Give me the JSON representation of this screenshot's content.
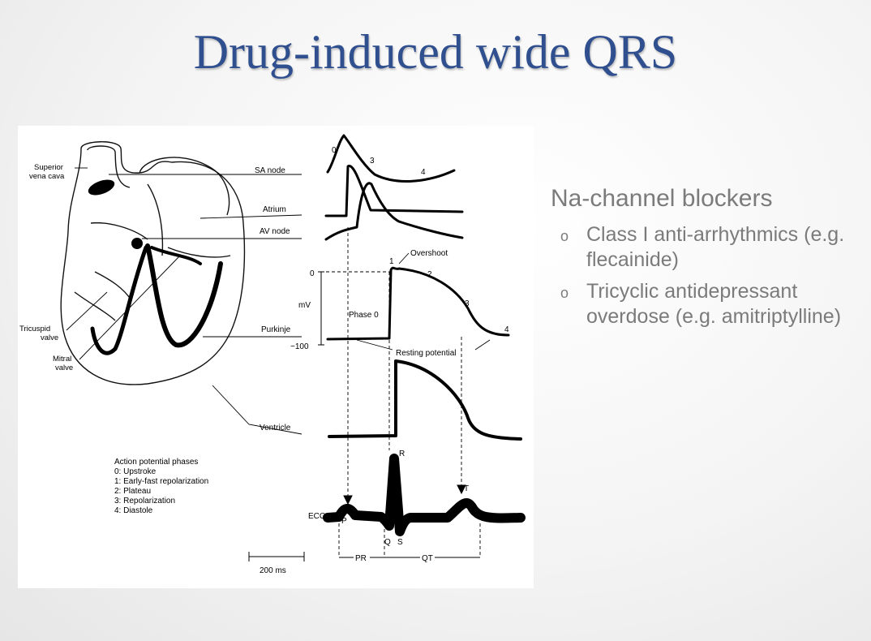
{
  "slide": {
    "title": "Drug-induced wide QRS"
  },
  "bullets": {
    "heading": "Na-channel blockers",
    "marker": "o",
    "items": [
      "Class I anti-arrhythmics (e.g. flecainide)",
      "Tricyclic antidepressant overdose (e.g. amitriptylline)"
    ]
  },
  "figure": {
    "heart_labels": {
      "superior_vena_cava_1": "Superior",
      "superior_vena_cava_2": "vena cava",
      "tricuspid_valve_1": "Tricuspid",
      "tricuspid_valve_2": "valve",
      "mitral_valve_1": "Mitral",
      "mitral_valve_2": "valve"
    },
    "trace_labels": {
      "sa_node": "SA node",
      "atrium": "Atrium",
      "av_node": "AV node",
      "purkinje": "Purkinje",
      "ventricle": "Ventricle",
      "ecg": "ECG"
    },
    "annotations": {
      "overshoot": "Overshoot",
      "phase0": "Phase 0",
      "resting_potential": "Resting potential",
      "mv": "mV",
      "zero": "0",
      "minus100": "−100",
      "phase_0": "0",
      "phase_1": "1",
      "phase_2": "2",
      "phase_3": "3",
      "phase_4": "4",
      "sa_0": "0",
      "sa_3": "3",
      "sa_4": "4",
      "wave_r": "R",
      "wave_p": "P",
      "wave_q": "Q",
      "wave_s": "S",
      "wave_t": "T",
      "pr": "PR",
      "qt": "QT",
      "scale": "200 ms"
    },
    "legend": {
      "title": "Action potential phases",
      "lines": [
        "0: Upstroke",
        "1: Early-fast repolarization",
        "2: Plateau",
        "3: Repolarization",
        "4: Diastole"
      ]
    }
  }
}
